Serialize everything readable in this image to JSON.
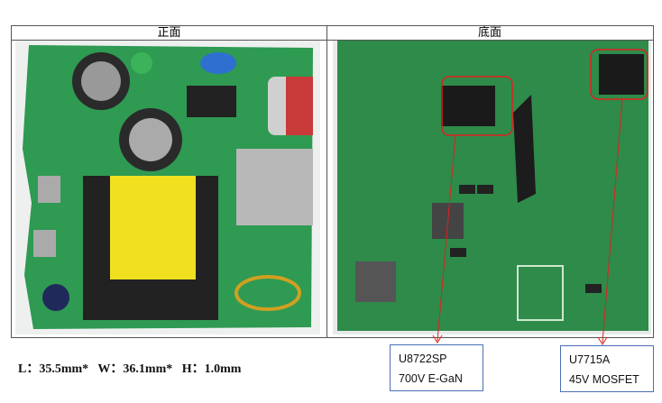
{
  "table": {
    "headers": [
      "正面",
      "底面"
    ]
  },
  "dimensions": "L：35.5mm*   W：36.1mm*   H：1.0mm",
  "callouts": [
    {
      "part": "U8722SP",
      "desc": "700V E-GaN"
    },
    {
      "part": "U7715A",
      "desc": "45V MOSFET"
    }
  ],
  "colors": {
    "pcb": "#2e8b4a",
    "highlight": "#e02020",
    "callout_border": "#4a6fb5"
  }
}
